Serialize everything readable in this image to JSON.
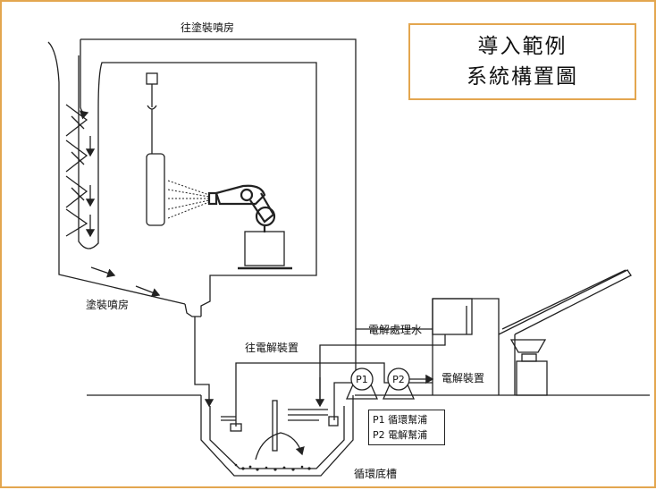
{
  "title": {
    "line1": "導入範例",
    "line2": "系統構置圖"
  },
  "labels": {
    "to_spray_booth": "往塗裝噴房",
    "spray_booth": "塗裝噴房",
    "to_electrolysis": "往電解裝置",
    "electrolyzed_water": "電解處理水",
    "electrolysis_unit": "電解裝置",
    "circulation_tank": "循環底槽"
  },
  "pumps": {
    "p1": "P1",
    "p2": "P2"
  },
  "legend": {
    "p1": "P1 循環幫浦",
    "p2": "P2 電解幫浦"
  },
  "colors": {
    "frame_border": "#e3a64f",
    "line": "#222222"
  }
}
